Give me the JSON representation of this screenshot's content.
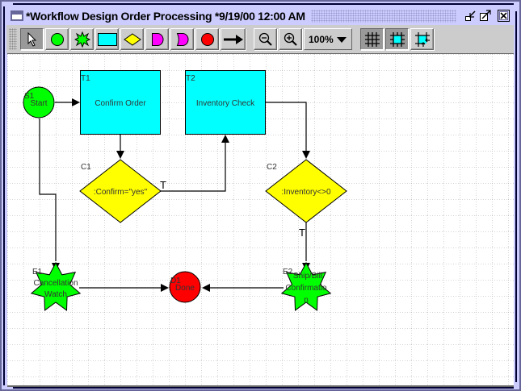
{
  "window": {
    "title": "*Workflow Design Order Processing *9/19/00 12:00 AM",
    "controls": [
      "minimize-icon",
      "maximize-icon",
      "close-icon"
    ]
  },
  "toolbar": {
    "tools": [
      {
        "name": "select-tool",
        "icon": "arrow-pointer-icon",
        "pressed": true
      },
      {
        "name": "start-node-tool",
        "icon": "green-circle-icon"
      },
      {
        "name": "event-node-tool",
        "icon": "green-star-icon"
      },
      {
        "name": "task-node-tool",
        "icon": "cyan-rectangle-icon"
      },
      {
        "name": "condition-node-tool",
        "icon": "yellow-diamond-icon"
      },
      {
        "name": "and-join-tool",
        "icon": "magenta-d-shape-icon"
      },
      {
        "name": "or-join-tool",
        "icon": "magenta-notched-d-icon"
      },
      {
        "name": "end-node-tool",
        "icon": "red-circle-icon"
      },
      {
        "name": "connector-tool",
        "icon": "arrow-right-icon"
      }
    ],
    "zoom_out": "zoom-out-icon",
    "zoom_in": "zoom-in-icon",
    "zoom_level": "100%",
    "grid_buttons": [
      {
        "name": "show-grid",
        "icon": "grid-icon",
        "pressed": true
      },
      {
        "name": "grid-fill",
        "icon": "grid-cell-icon",
        "pressed": true
      },
      {
        "name": "snap-to-grid",
        "icon": "snap-grid-icon",
        "pressed": false
      }
    ]
  },
  "colors": {
    "start": "#00ff00",
    "task": "#00ffff",
    "condition": "#ffff00",
    "end": "#ff0000",
    "event": "#00ff00",
    "join": "#ff00ff"
  },
  "diagram": {
    "nodes": {
      "start": {
        "id": "S1",
        "label": "Start"
      },
      "t1": {
        "id": "T1",
        "label": "Confirm Order"
      },
      "t2": {
        "id": "T2",
        "label": "Inventory Check"
      },
      "c1": {
        "id": "C1",
        "label": ":Confirm=\"yes\""
      },
      "c2": {
        "id": "C2",
        "label": ":Inventory<>0"
      },
      "e1": {
        "id": "E1",
        "label_line1": "Cancellation",
        "label_line2": "Watch"
      },
      "d1": {
        "id": "D1",
        "label": "Done"
      },
      "e2": {
        "id": "E2",
        "label_line1": "Ship/Bill",
        "label_line2": "Confirmatio",
        "label_line3": "n"
      }
    },
    "edge_labels": {
      "c1_true": "T",
      "c2_true": "T"
    }
  }
}
